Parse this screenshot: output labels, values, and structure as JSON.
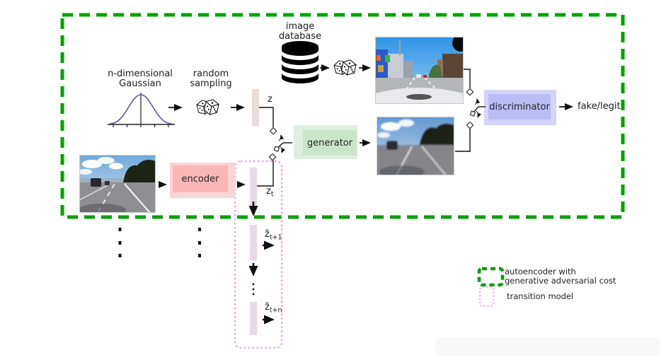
{
  "nodes": {
    "gaussian": {
      "line1": "n-dimensional",
      "line2": "Gaussian"
    },
    "random_sampling": {
      "line1": "random",
      "line2": "sampling"
    },
    "image_database": {
      "line1": "image",
      "line2": "database"
    },
    "encoder_label": "encoder",
    "generator_label": "generator",
    "discriminator_label": "discriminator",
    "output_label": "fake/legit"
  },
  "latents": {
    "z": {
      "base": "z",
      "sub": ""
    },
    "zt": {
      "base": "z",
      "sub": "t"
    },
    "zt_plus_1": {
      "base": "z̃",
      "sub": "t+1"
    },
    "zt_plus_n": {
      "base": "z̃",
      "sub": "t+n"
    }
  },
  "legend": {
    "autoencoder_line1": "autoencoder with",
    "autoencoder_line2": "generative adversarial cost",
    "transition_label": "transition model"
  },
  "icons": {
    "dice": "dice-icon",
    "database": "database-icon",
    "gaussian_plot": "gaussian-curve-plot"
  },
  "images": {
    "input": "input road camera frame",
    "real": "real street image from database",
    "generated": "generated road image"
  },
  "colors": {
    "green_border": "#00a302",
    "pink_border": "#f3a2ef",
    "encoder_fill": "#f8b6b6",
    "encoder_fill_light": "#fbd5d5",
    "generator_fill": "#cbe5ca",
    "generator_fill_light": "#dfeede",
    "discriminator_fill": "#babcf6",
    "discriminator_fill_light": "#d3d3fb",
    "z_bar": "#eadcd7",
    "lavender_bar": "#e8d8ea",
    "gaussian_curve": "#5151a3"
  }
}
